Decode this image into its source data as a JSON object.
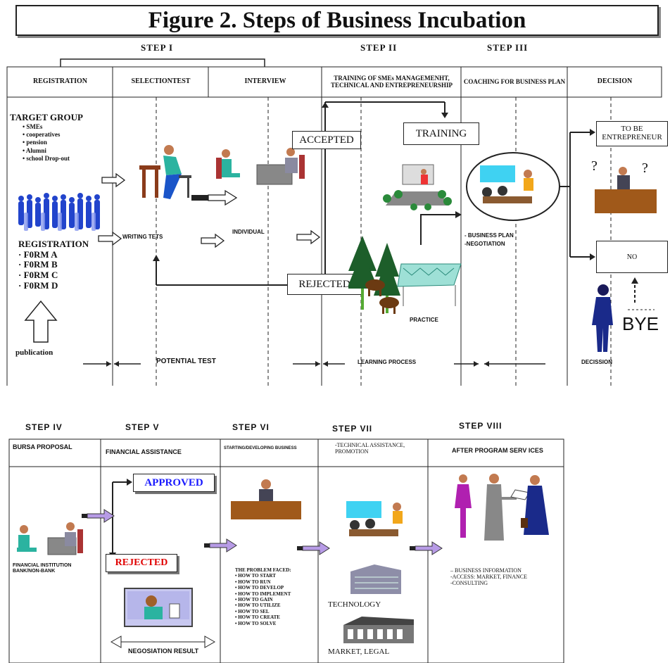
{
  "title": "Figure 2. Steps of Business Incubation",
  "top": {
    "steps": [
      "STEP I",
      "STEP II",
      "STEP III"
    ],
    "headers": {
      "registration": "REGISTRATION",
      "selection": "SELECTIONTEST",
      "interview": "INTERVIEW",
      "training": "TRAINING OF SMEs MANAGEMENHT, TECHNICAL AND ENTREPRENEURSHIP",
      "coaching": "COACHING FOR BUSINESS PLAN",
      "decision": "DECISION"
    },
    "target_group": {
      "title": "TARGET GROUP",
      "items": [
        "SMEs",
        "cooperatives",
        "pension",
        "Alumni",
        "school Drop-out"
      ]
    },
    "registration_forms": {
      "title": "REGISTRATION",
      "items": [
        "F0RM A",
        "F0RM B",
        "F0RM C",
        "F0RM D"
      ]
    },
    "publication": "publication",
    "writing_test": "WRITING TETS",
    "individual": "INDIVIDUAL",
    "accepted": "ACCEPTED",
    "rejected": "REJECTED",
    "training_box": "TRAINING",
    "practice": "PRACTICE",
    "business_plan": "- BUSINESS PLAN",
    "negotiation": "-NEGOTIATION",
    "to_be_entrepreneur": "TO BE ENTREPRENEUR",
    "no": "NO",
    "bye": "BYE",
    "decision_label": "DECISSION",
    "potential_test": "POTENTIAL TEST",
    "learning_process": "LEARNING PROCESS",
    "question_marks": [
      "?",
      "?"
    ]
  },
  "bottom": {
    "steps": [
      "STEP IV",
      "STEP V",
      "STEP VI",
      "STEP VII",
      "STEP VIII"
    ],
    "headers": {
      "bursa": "BURSA PROPOSAL",
      "financial": "FINANCIAL ASSISTANCE",
      "starting": "STARTING/DEVELOPING BUSINESS",
      "technical": "-TECHNICAL ASSISTANCE, PROMOTION",
      "after": "AFTER PROGRAM SERV ICES"
    },
    "financial_institution": "FINANCIAL INSTITUTION BANK/NON-BANK",
    "approved": "APPROVED",
    "rejected": "REJECTED",
    "negosiation_result": "NEGOSIATION RESULT",
    "problem": {
      "title": "THE PROBLEM FACED:",
      "items": [
        "HOW TO START",
        "HOW TO RUN",
        "HOW TO DEVELOP",
        "HOW TO IMPLEMENT",
        "HOW TO GAIN",
        "HOW TO UTILIZE",
        "HOW TO SEL",
        "HOW TO CREATE",
        "HOW TO SOLVE"
      ]
    },
    "technology": "TECHNOLOGY",
    "market_legal": "MARKET, LEGAL",
    "after_services": [
      "– BUSINESS INFORMATION",
      "-ACCESS: MARKET, FINANCE",
      "-CONSULTING"
    ]
  },
  "colors": {
    "approved": "#1a1aff",
    "rejected_red": "#e00000",
    "arrow_fill": "#b79be6",
    "crowd": "#2244cc"
  }
}
